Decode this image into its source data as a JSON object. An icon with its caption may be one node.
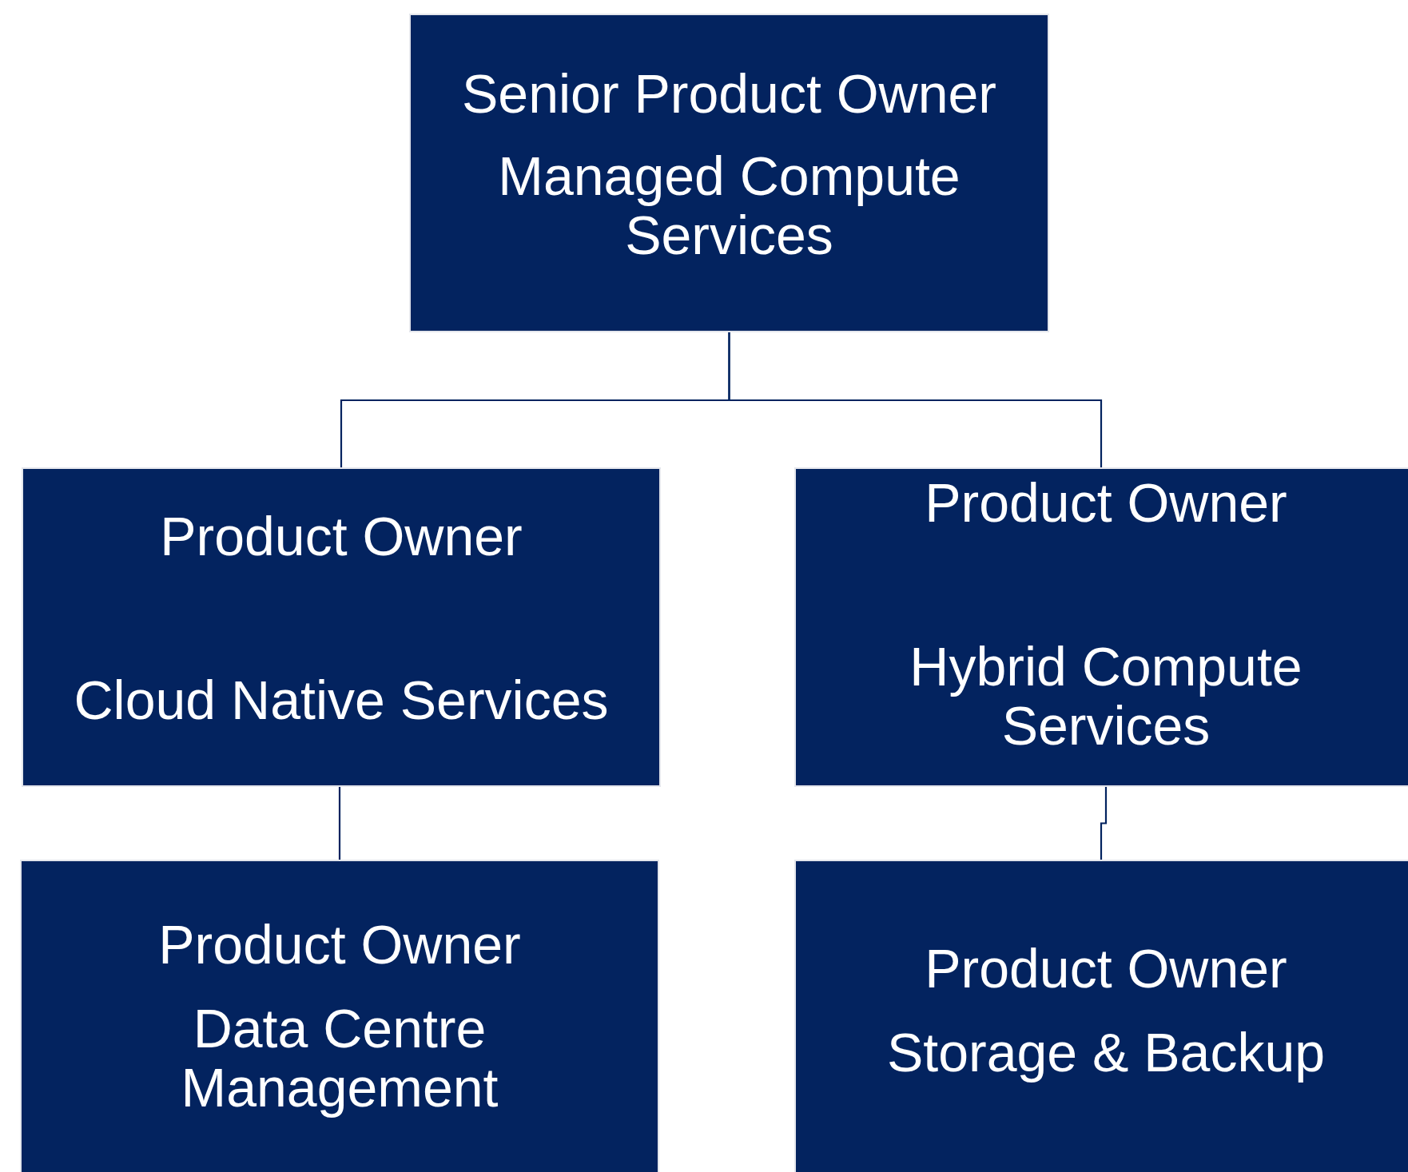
{
  "diagram": {
    "nodes": [
      {
        "text": [
          "Senior Product Owner",
          "Managed Compute Services"
        ]
      },
      {
        "text": [
          "Product Owner",
          "Cloud Native Services"
        ]
      },
      {
        "text": [
          "Product Owner",
          "Hybrid Compute Services"
        ]
      },
      {
        "text": [
          "Product Owner",
          "Data Centre Management"
        ]
      },
      {
        "text": [
          "Product Owner",
          "Storage & Backup"
        ]
      }
    ],
    "edges": [
      {
        "from": 0,
        "to": 1,
        "arrow": "none"
      },
      {
        "from": 0,
        "to": 2,
        "arrow": "none"
      },
      {
        "from": 1,
        "to": 3,
        "arrow": "none"
      },
      {
        "from": 2,
        "to": 4,
        "arrow": "none"
      }
    ]
  }
}
